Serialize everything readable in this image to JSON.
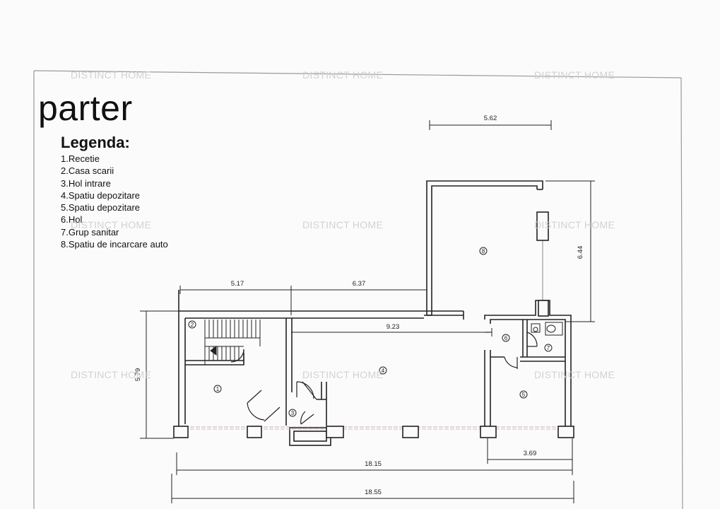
{
  "title": "parter",
  "legend": {
    "heading": "Legenda:",
    "items": [
      "1.Recetie",
      "2.Casa scarii",
      "3.Hol intrare",
      "4.Spatiu depozitare",
      "5.Spatiu depozitare",
      "6.Hol",
      "7.Grup sanitar",
      "8.Spatiu de incarcare auto"
    ]
  },
  "watermark": "DISTINCT HOME",
  "dimensions": {
    "top_width": "5.62",
    "right_height": "6.44",
    "left_segment": "5.17",
    "mid_segment": "6.37",
    "inner_width": "9.23",
    "left_height": "5.79",
    "bottom_right": "3.69",
    "total_inner": "18.15",
    "total_outer": "18.55"
  },
  "room_markers": {
    "r1": "1",
    "r2": "2",
    "r3": "3",
    "r4": "4",
    "r5": "5",
    "r6": "6",
    "r7": "7",
    "r8": "8"
  }
}
